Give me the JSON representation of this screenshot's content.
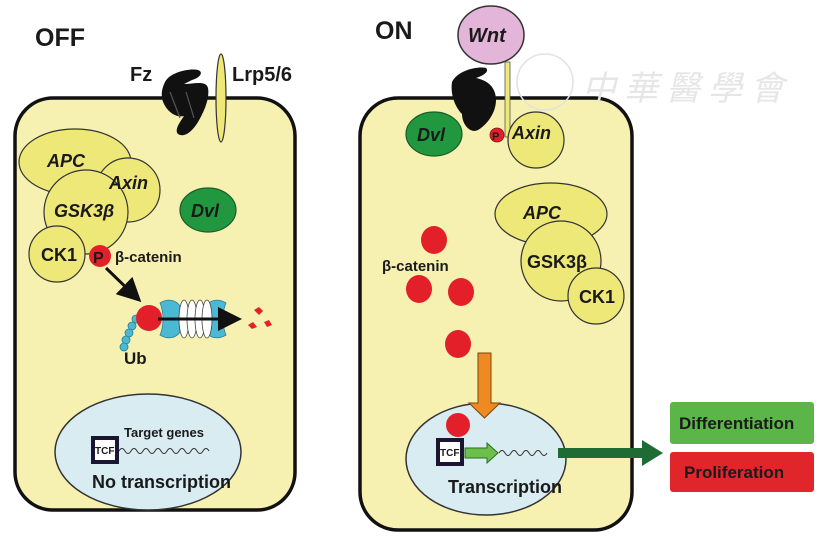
{
  "panels": {
    "off": {
      "title": "OFF",
      "receptor_label": "Fz",
      "coreceptor_label": "Lrp5/6",
      "complex": {
        "apc": "APC",
        "axin": "Axin",
        "gsk3b": "GSK3β",
        "ck1": "CK1"
      },
      "dvl": "Dvl",
      "phospho": "P",
      "beta_catenin": "β-catenin",
      "ubiquitin": "Ub",
      "nucleus": {
        "tcf": "TCF",
        "target_genes": "Target genes",
        "status": "No transcription"
      }
    },
    "on": {
      "title": "ON",
      "ligand": "Wnt",
      "dvl": "Dvl",
      "phospho": "P",
      "axin": "Axin",
      "complex": {
        "apc": "APC",
        "gsk3b": "GSK3β",
        "ck1": "CK1"
      },
      "beta_catenin": "β-catenin",
      "nucleus": {
        "tcf": "TCF",
        "status": "Transcription"
      }
    }
  },
  "outcomes": [
    {
      "label": "Differentiation",
      "color": "#5cb548"
    },
    {
      "label": "Proliferation",
      "color": "#e0262b"
    }
  ],
  "watermark": "中華醫學會",
  "colors": {
    "cell_fill": "#f6f1b0",
    "complex_fill": "#ede877",
    "dvl_green": "#21973f",
    "beta_catenin_red": "#e3202a",
    "nucleus_fill": "#d8ecf2",
    "wnt_pink": "#e3b5d9",
    "proteasome_blue": "#4bb9d3",
    "orange_arrow": "#ef8a22",
    "dark_green_arrow": "#1f6b34"
  }
}
